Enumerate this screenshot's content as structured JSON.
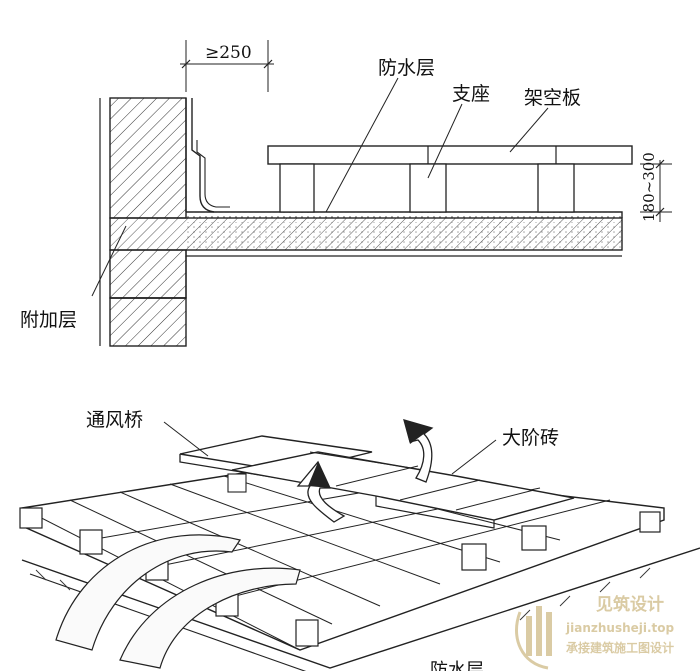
{
  "top_figure": {
    "dimension_label": "≥250",
    "labels": {
      "waterproof_layer": "防水层",
      "support": "支座",
      "overhead_board": "架空板",
      "additional_layer": "附加层",
      "height_dim": "180~300"
    }
  },
  "bottom_figure": {
    "labels": {
      "vent_bridge": "通风桥",
      "large_tile": "大阶砖",
      "bottom_text": "防水层"
    }
  },
  "watermark": {
    "name_cn": "见筑设计",
    "site": "jianzhusheji.top",
    "tagline": "承接建筑施工图设计"
  },
  "colors": {
    "line": "#222222",
    "watermark": "#d9c9a0"
  }
}
